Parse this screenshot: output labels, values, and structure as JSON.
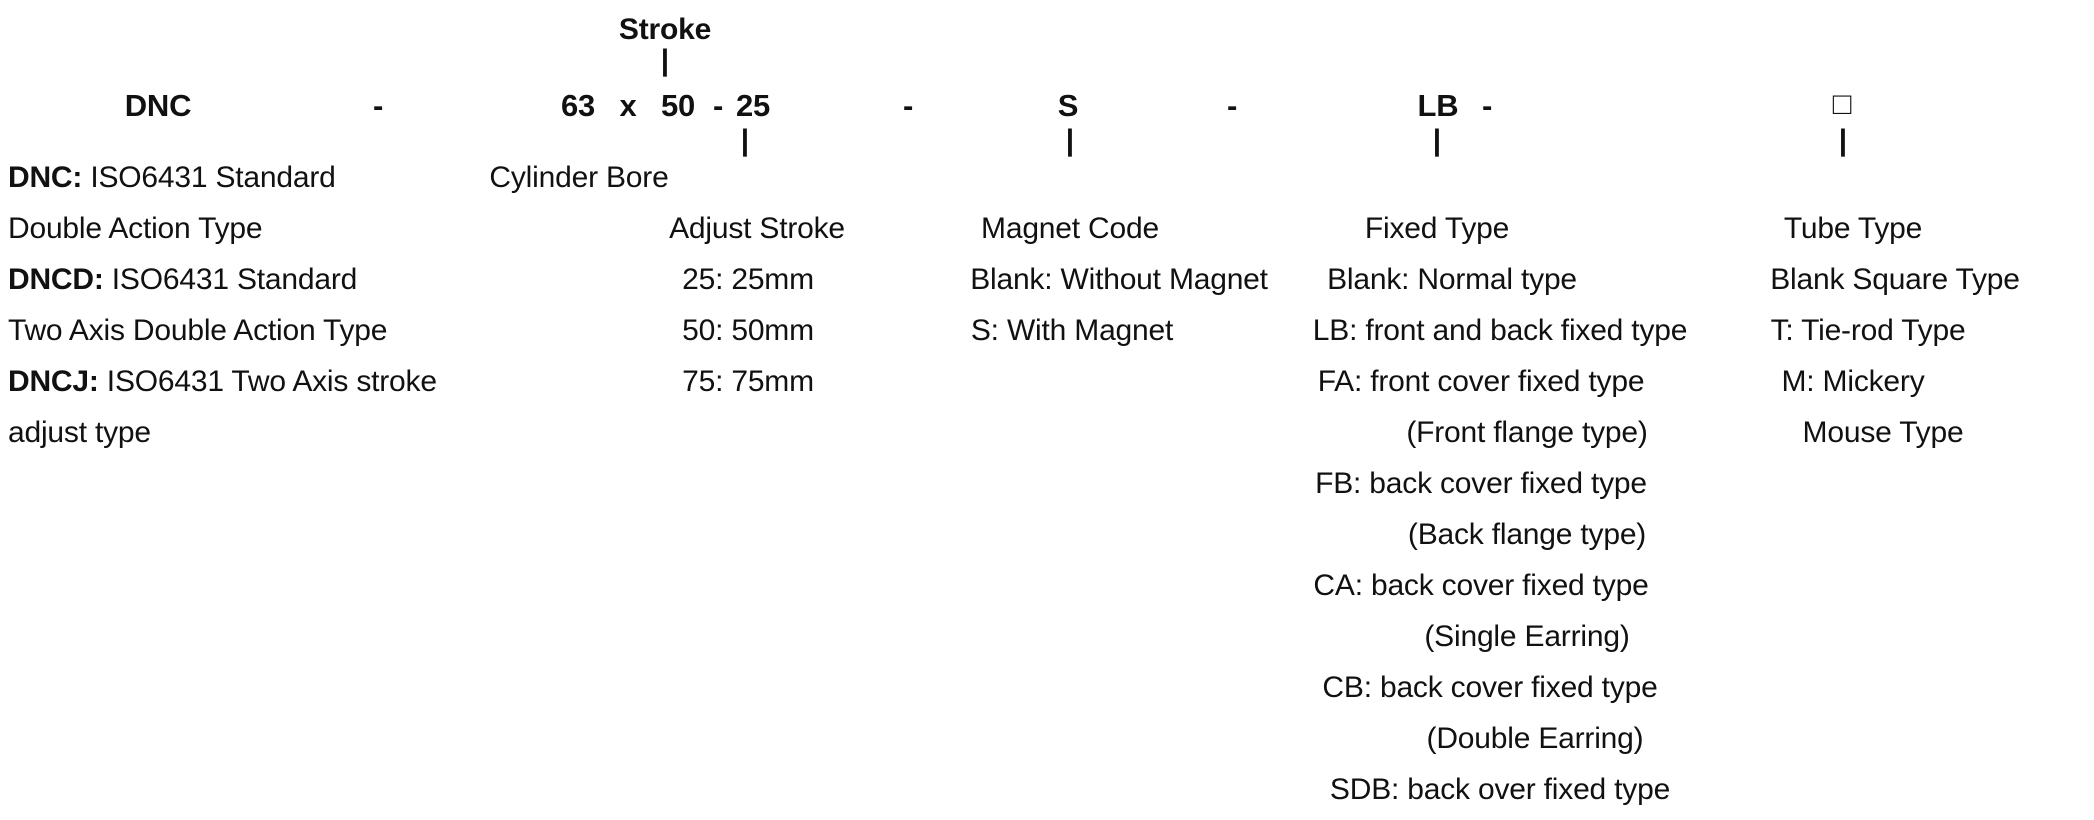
{
  "diagram": {
    "title_label": "Stroke",
    "order_code": {
      "series": "DNC",
      "sep1": "-",
      "bore": "63",
      "times": "x",
      "stroke": "50",
      "sep_inner": "-",
      "adjust": "25",
      "sep2": "-",
      "magnet": "S",
      "sep3": "-",
      "fixed": "LB",
      "sep4": "-",
      "tube": "□"
    },
    "tick_glyph": "|",
    "columns": [
      {
        "key": "series",
        "header": "",
        "lines": [
          {
            "lead": "DNC:",
            "rest": " ISO6431 Standard"
          },
          {
            "lead": "",
            "rest": "Double Action Type"
          },
          {
            "lead": "DNCD:",
            "rest": " ISO6431 Standard"
          },
          {
            "lead": "",
            "rest": "Two Axis Double Action Type"
          },
          {
            "lead": "DNCJ:",
            "rest": " ISO6431 Two Axis stroke"
          },
          {
            "lead": "",
            "rest": "adjust type"
          }
        ]
      },
      {
        "key": "bore",
        "header": "Cylinder Bore",
        "lines": []
      },
      {
        "key": "adjust_stroke",
        "header": "Adjust Stroke",
        "lines": [
          {
            "lead": "",
            "rest": "25: 25mm"
          },
          {
            "lead": "",
            "rest": "50: 50mm"
          },
          {
            "lead": "",
            "rest": "75: 75mm"
          }
        ]
      },
      {
        "key": "magnet_code",
        "header": "Magnet Code",
        "lines": [
          {
            "lead": "",
            "rest": "Blank: Without Magnet"
          },
          {
            "lead": "",
            "rest": "S: With Magnet"
          }
        ]
      },
      {
        "key": "fixed_type",
        "header": "Fixed Type",
        "lines": [
          {
            "lead": "",
            "rest": "Blank: Normal type"
          },
          {
            "lead": "",
            "rest": "LB: front and back fixed type"
          },
          {
            "lead": "",
            "rest": "FA: front cover fixed type"
          },
          {
            "lead": "",
            "rest": "(Front flange type)"
          },
          {
            "lead": "",
            "rest": "FB: back cover fixed type"
          },
          {
            "lead": "",
            "rest": "(Back flange type)"
          },
          {
            "lead": "",
            "rest": "CA: back cover fixed type"
          },
          {
            "lead": "",
            "rest": "(Single Earring)"
          },
          {
            "lead": "",
            "rest": "CB: back cover fixed type"
          },
          {
            "lead": "",
            "rest": "(Double Earring)"
          },
          {
            "lead": "",
            "rest": "SDB: back over fixed type"
          }
        ]
      },
      {
        "key": "tube_type",
        "header": "Tube Type",
        "lines": [
          {
            "lead": "",
            "rest": "Blank Square Type"
          },
          {
            "lead": "",
            "rest": "T: Tie-rod Type"
          },
          {
            "lead": "",
            "rest": "M: Mickery"
          },
          {
            "lead": "",
            "rest": "Mouse Type"
          }
        ]
      }
    ]
  }
}
